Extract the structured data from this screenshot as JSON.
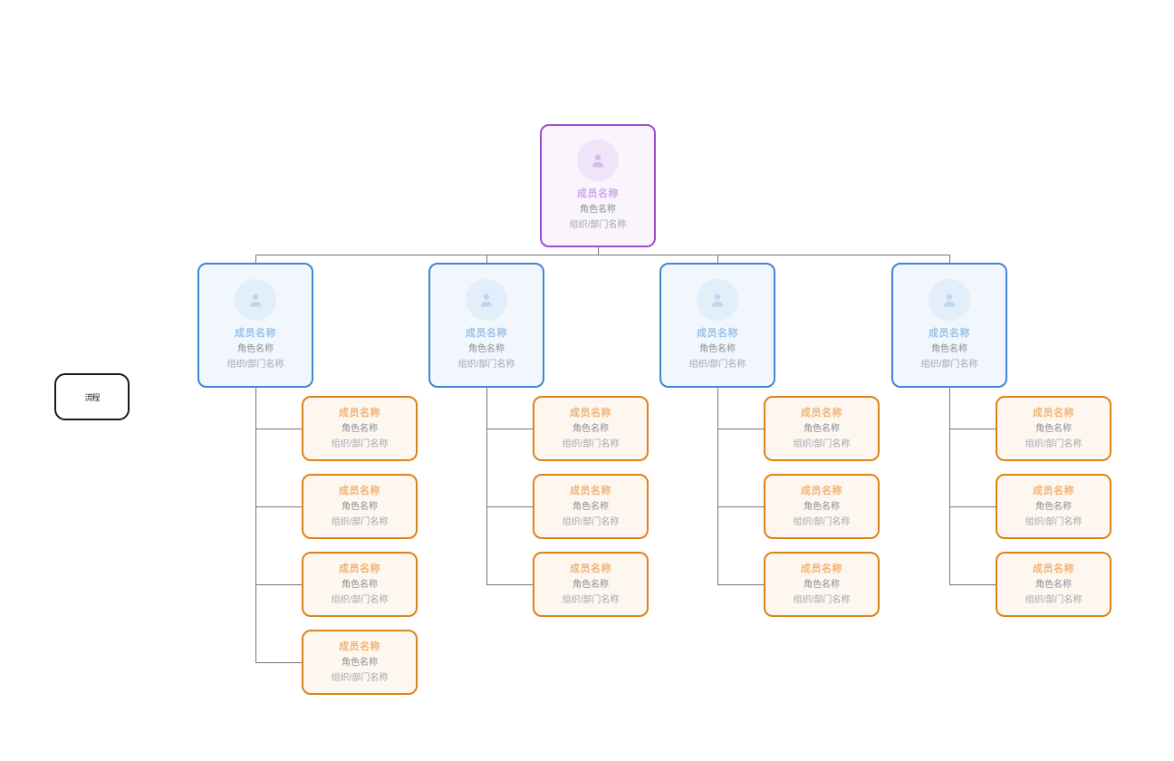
{
  "diagram": {
    "type": "org-chart",
    "title_text": "",
    "labels": {
      "member_name": "成员名称",
      "role_name": "角色名称",
      "org_name": "组织/部门名称"
    },
    "colors": {
      "root_border": "#9b4fd0",
      "root_fill": "#faf4fd",
      "root_title": "#cfa8e8",
      "branch_border": "#3f86d4",
      "branch_fill": "#f2f7fd",
      "branch_title": "#9cc3e8",
      "leaf_border": "#de8219",
      "leaf_fill": "#fdf7f0",
      "leaf_title": "#f0b274",
      "connector": "#767676",
      "flow_border": "#1a1a1a",
      "subtitle": "#8a8f96",
      "org_text": "#a2a7ad"
    },
    "flow_box": {
      "label": "流程"
    },
    "root": {
      "name": "成员名称",
      "role": "角色名称",
      "org": "组织/部门名称",
      "avatar_icon": "person-avatar-icon"
    },
    "branches": [
      {
        "name": "成员名称",
        "role": "角色名称",
        "org": "组织/部门名称",
        "avatar_icon": "person-avatar-icon",
        "children": [
          {
            "name": "成员名称",
            "role": "角色名称",
            "org": "组织/部门名称"
          },
          {
            "name": "成员名称",
            "role": "角色名称",
            "org": "组织/部门名称"
          },
          {
            "name": "成员名称",
            "role": "角色名称",
            "org": "组织/部门名称"
          },
          {
            "name": "成员名称",
            "role": "角色名称",
            "org": "组织/部门名称"
          }
        ]
      },
      {
        "name": "成员名称",
        "role": "角色名称",
        "org": "组织/部门名称",
        "avatar_icon": "person-avatar-icon",
        "children": [
          {
            "name": "成员名称",
            "role": "角色名称",
            "org": "组织/部门名称"
          },
          {
            "name": "成员名称",
            "role": "角色名称",
            "org": "组织/部门名称"
          },
          {
            "name": "成员名称",
            "role": "角色名称",
            "org": "组织/部门名称"
          }
        ]
      },
      {
        "name": "成员名称",
        "role": "角色名称",
        "org": "组织/部门名称",
        "avatar_icon": "person-avatar-icon",
        "children": [
          {
            "name": "成员名称",
            "role": "角色名称",
            "org": "组织/部门名称"
          },
          {
            "name": "成员名称",
            "role": "角色名称",
            "org": "组织/部门名称"
          },
          {
            "name": "成员名称",
            "role": "角色名称",
            "org": "组织/部门名称"
          }
        ]
      },
      {
        "name": "成员名称",
        "role": "角色名称",
        "org": "组织/部门名称",
        "avatar_icon": "person-avatar-icon",
        "children": [
          {
            "name": "成员名称",
            "role": "角色名称",
            "org": "组织/部门名称"
          },
          {
            "name": "成员名称",
            "role": "角色名称",
            "org": "组织/部门名称"
          },
          {
            "name": "成员名称",
            "role": "角色名称",
            "org": "组织/部门名称"
          }
        ]
      }
    ]
  }
}
